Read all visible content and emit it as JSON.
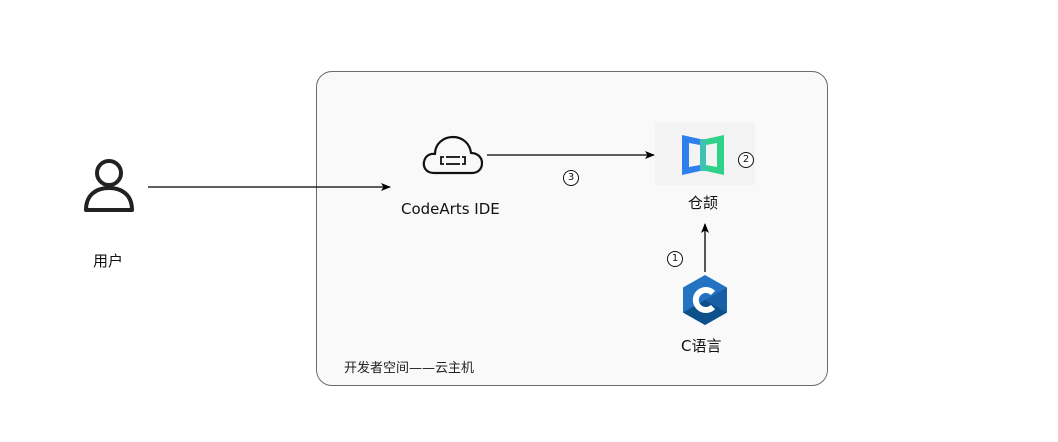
{
  "container": {
    "label": "开发者空间——云主机"
  },
  "nodes": {
    "user": {
      "label": "用户",
      "icon": "user-icon"
    },
    "ide": {
      "label": "CodeArts IDE",
      "icon": "cloud-ide-icon"
    },
    "repo": {
      "label": "仓颉",
      "icon": "cangjie-logo-icon"
    },
    "clang": {
      "label": "C语言",
      "icon": "c-language-icon"
    }
  },
  "steps": {
    "s1": "1",
    "s2": "2",
    "s3": "3"
  },
  "colors": {
    "border": "#6b6b6b",
    "container_fill": "#f9f9f9",
    "cangjie_blue": "#2f80ed",
    "cangjie_green": "#2fd18b",
    "c_hex_dark": "#0d4f8b",
    "c_hex_light": "#2473c3",
    "arrow": "#000000"
  }
}
